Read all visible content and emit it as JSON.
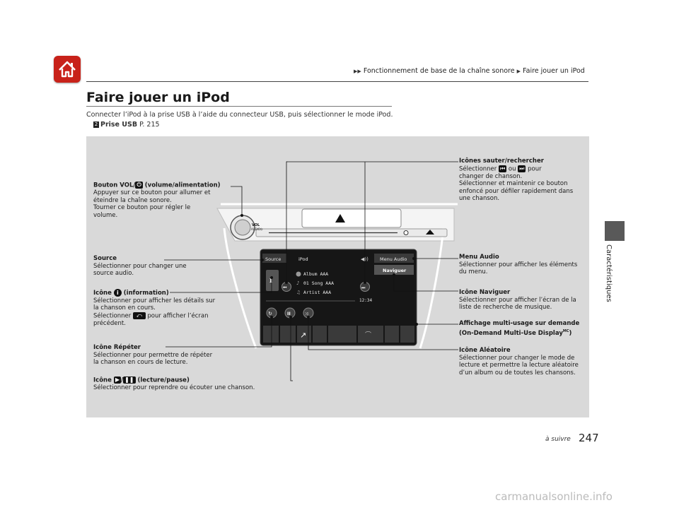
{
  "header": {
    "breadcrumb_1": "Fonctionnement de base de la chaîne sonore",
    "breadcrumb_2": "Faire jouer un iPod",
    "home_icon": "home-icon"
  },
  "page": {
    "title": "Faire jouer un iPod",
    "intro": "Connecter l’iPod à la prise USB à l’aide du connecteur USB, puis sélectionner le mode iPod.",
    "xref_label": "Prise USB",
    "xref_page": "P. 215",
    "side_tab": "Caractéristiques",
    "continued": "à suivre",
    "page_number": "247"
  },
  "screen": {
    "source_label": "Source",
    "mode_label": "iPod",
    "menu_label": "Menu Audio",
    "naviguer_label": "Naviguer",
    "album": "Album AAA",
    "song": "01 Song AAA",
    "artist": "Artist AAA",
    "time": "12:34",
    "knob_label": "VOL AUDIO"
  },
  "callouts": {
    "vol_title_a": "Bouton VOL/",
    "vol_title_b": "(volume/alimentation)",
    "vol_l1": "Appuyer sur ce bouton pour allumer et",
    "vol_l2": "éteindre la chaîne sonore.",
    "vol_l3": "Tourner ce bouton pour régler le",
    "vol_l4": "volume.",
    "skip_title": "Icônes sauter/rechercher",
    "skip_l1a": "Sélectionner",
    "skip_l1b": "ou",
    "skip_l1c": "pour",
    "skip_l2": "changer de chanson.",
    "skip_l3": "Sélectionner et maintenir ce bouton",
    "skip_l4": "enfoncé pour défiler rapidement dans",
    "skip_l5": "une chanson.",
    "source_title": "Source",
    "source_l1": "Sélectionner pour changer une",
    "source_l2": "source audio.",
    "info_title_a": "Icône",
    "info_title_b": "(information)",
    "info_l1": "Sélectionner pour afficher les détails sur",
    "info_l2": "la chanson en cours.",
    "info_l3a": "Sélectionner",
    "info_l3b": "pour afficher l’écran",
    "info_l4": "précédent.",
    "repeat_title": "Icône Répéter",
    "repeat_l1": "Sélectionner pour permettre de répéter",
    "repeat_l2": "la chanson en cours de lecture.",
    "play_title_a": "Icône",
    "play_title_b": "(lecture/pause)",
    "play_l1": "Sélectionner pour reprendre ou écouter une chanson.",
    "menu_title": "Menu Audio",
    "menu_l1": "Sélectionner pour afficher les éléments",
    "menu_l2": "du menu.",
    "nav_title": "Icône Naviguer",
    "nav_l1": "Sélectionner pour afficher l’écran de la",
    "nav_l2": "liste de recherche de musique.",
    "disp_title_1": "Affichage multi-usage sur demande",
    "disp_title_2a": "(On-Demand Multi-Use Display",
    "disp_title_sup": "MC",
    "disp_title_2b": ")",
    "shuffle_title": "Icône Aléatoire",
    "shuffle_l1": "Sélectionner pour changer le mode de",
    "shuffle_l2": "lecture et permettre la lecture aléatoire",
    "shuffle_l3": "d’un album ou de toutes les chansons."
  },
  "watermark": "carmanualsonline.info",
  "colors": {
    "home": "#c8221a",
    "figure_bg": "#d9d9d9",
    "side_tab": "#595959"
  }
}
